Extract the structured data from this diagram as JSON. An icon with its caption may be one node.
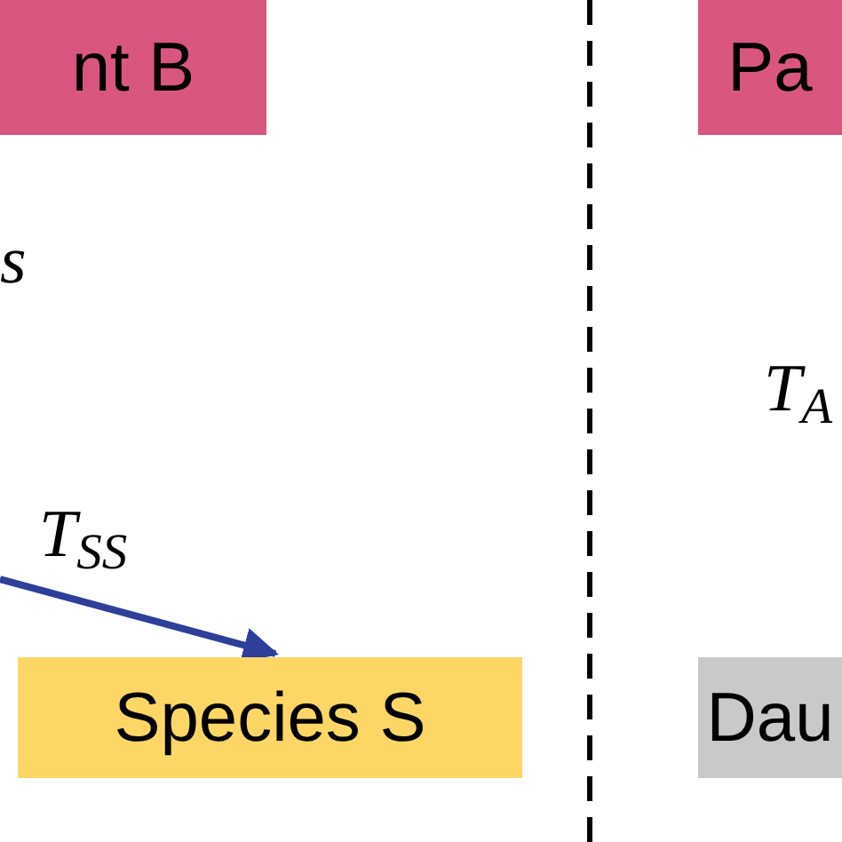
{
  "diagram": {
    "nodes": [
      {
        "text": [
          "nt B"
        ]
      },
      {
        "text": [
          "Species S"
        ]
      },
      {
        "text": [
          "Pa"
        ]
      },
      {
        "text": [
          "Dau"
        ]
      }
    ],
    "edges": [
      {
        "from": null,
        "to": 1,
        "arrow": "to",
        "label": "T$_{SS}$",
        "color": "#2e3f9a"
      }
    ],
    "labels": [
      "s",
      "T$_{A}$"
    ]
  }
}
